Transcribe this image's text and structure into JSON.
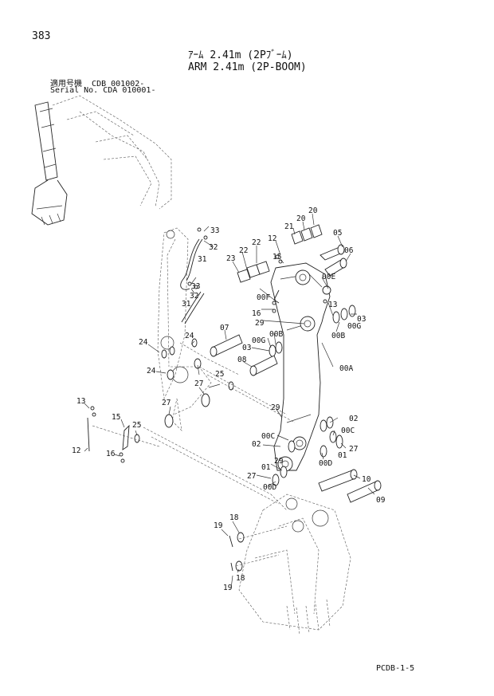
{
  "page_number": "383",
  "title_jp": "ｱｰﾑ 2.41m (2Pﾌﾞｰﾑ)",
  "title_en": "ARM 2.41m (2P-BOOM)",
  "applicability": {
    "jp_label": "適用号機",
    "jp_value": "CDB 001002-",
    "en_label": "Serial No.",
    "en_value": "CDA 010001-"
  },
  "document_code": "PCDB-1-5",
  "callouts": {
    "c01a": "01",
    "c01b": "01",
    "c02a": "02",
    "c02b": "02",
    "c03a": "03",
    "c03b": "03",
    "c05": "05",
    "c06": "06",
    "c07": "07",
    "c08": "08",
    "c09": "09",
    "c10": "10",
    "c12a": "12",
    "c12b": "12",
    "c13a": "13",
    "c13b": "13",
    "c15a": "15",
    "c15b": "15",
    "c16a": "16",
    "c16b": "16",
    "c18a": "18",
    "c18b": "18",
    "c19a": "19",
    "c19b": "19",
    "c20a": "20",
    "c20b": "20",
    "c21": "21",
    "c22a": "22",
    "c22b": "22",
    "c23": "23",
    "c24a": "24",
    "c24b": "24",
    "c24c": "24",
    "c25a": "25",
    "c25b": "25",
    "c27a": "27",
    "c27b": "27",
    "c27c": "27",
    "c27d": "27",
    "c29a": "29",
    "c29b": "29",
    "c29c": "29",
    "c31a": "31",
    "c31b": "31",
    "c32a": "32",
    "c32b": "32",
    "c33a": "33",
    "c33b": "33",
    "c00A": "00A",
    "c00Ba": "00B",
    "c00Bb": "00B",
    "c00Ca": "00C",
    "c00Cb": "00C",
    "c00Da": "00D",
    "c00Db": "00D",
    "c00E": "00E",
    "c00F": "00F",
    "c00Ga": "00G",
    "c00Gb": "00G"
  }
}
